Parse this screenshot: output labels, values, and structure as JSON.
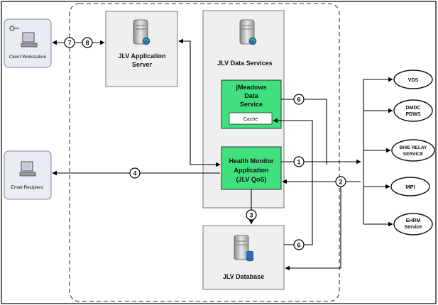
{
  "nodes": {
    "client_workstation": "Client Workstation",
    "email_recipient": "Email Recipient",
    "jlv_app_server_l1": "JLV Application",
    "jlv_app_server_l2": "Server",
    "jlv_data_services": "JLV Data Services",
    "jmeadows_l1": "jMeadows",
    "jmeadows_l2": "Data",
    "jmeadows_l3": "Service",
    "cache": "Cache",
    "health_l1": "Health Monitor",
    "health_l2": "Application",
    "health_l3": "(JLV QoS)",
    "jlv_database": "JLV Database"
  },
  "clouds": {
    "vds": "VDS",
    "dmdc_l1": "DMDC",
    "dmdc_l2": "PDWS",
    "bhie_l1": "BHIE RELAY",
    "bhie_l2": "SERVICE",
    "mpi": "MPI",
    "ehrm_l1": "EHRM",
    "ehrm_l2": "Service"
  },
  "steps": {
    "s1": "1",
    "s2": "2",
    "s3": "3",
    "s4": "4",
    "s6a": "6",
    "s6b": "6",
    "s7": "7",
    "s8": "8"
  }
}
